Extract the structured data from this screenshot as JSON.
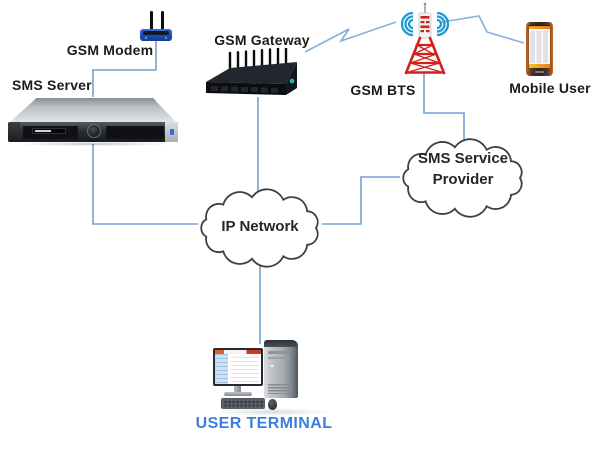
{
  "nodes": {
    "gsm_modem": {
      "label": "GSM Modem",
      "icon": "modem-icon"
    },
    "sms_server": {
      "label": "SMS Server",
      "icon": "rack-server-icon"
    },
    "gsm_gateway": {
      "label": "GSM Gateway",
      "icon": "gsm-gateway-icon"
    },
    "gsm_bts": {
      "label": "GSM BTS",
      "icon": "cell-tower-icon"
    },
    "mobile_user": {
      "label": "Mobile User",
      "icon": "smartphone-icon"
    },
    "sms_service_provider": {
      "label_line1": "SMS Service",
      "label_line2": "Provider",
      "icon": "cloud-icon"
    },
    "ip_network": {
      "label": "IP Network",
      "icon": "cloud-icon"
    },
    "user_terminal": {
      "label": "USER TERMINAL",
      "icon": "desktop-computer-icon"
    }
  },
  "connections": [
    {
      "from": "GSM Modem",
      "to": "SMS Server",
      "type": "wired"
    },
    {
      "from": "SMS Server",
      "to": "IP Network",
      "type": "wired"
    },
    {
      "from": "GSM Gateway",
      "to": "IP Network",
      "type": "wired"
    },
    {
      "from": "GSM Gateway",
      "to": "GSM BTS",
      "type": "wireless"
    },
    {
      "from": "GSM BTS",
      "to": "Mobile User",
      "type": "wireless"
    },
    {
      "from": "GSM BTS",
      "to": "SMS Service Provider",
      "type": "wired"
    },
    {
      "from": "SMS Service Provider",
      "to": "IP Network",
      "type": "wired"
    },
    {
      "from": "IP Network",
      "to": "USER TERMINAL",
      "type": "wired"
    }
  ],
  "colors": {
    "connector": "#72A0D4",
    "cloud_outline": "#3F3F3F",
    "label_text": "#1B1B1B",
    "terminal_label": "#3D7EDB",
    "bts_red": "#D2211B",
    "signal_blue": "#1B9AD2"
  }
}
